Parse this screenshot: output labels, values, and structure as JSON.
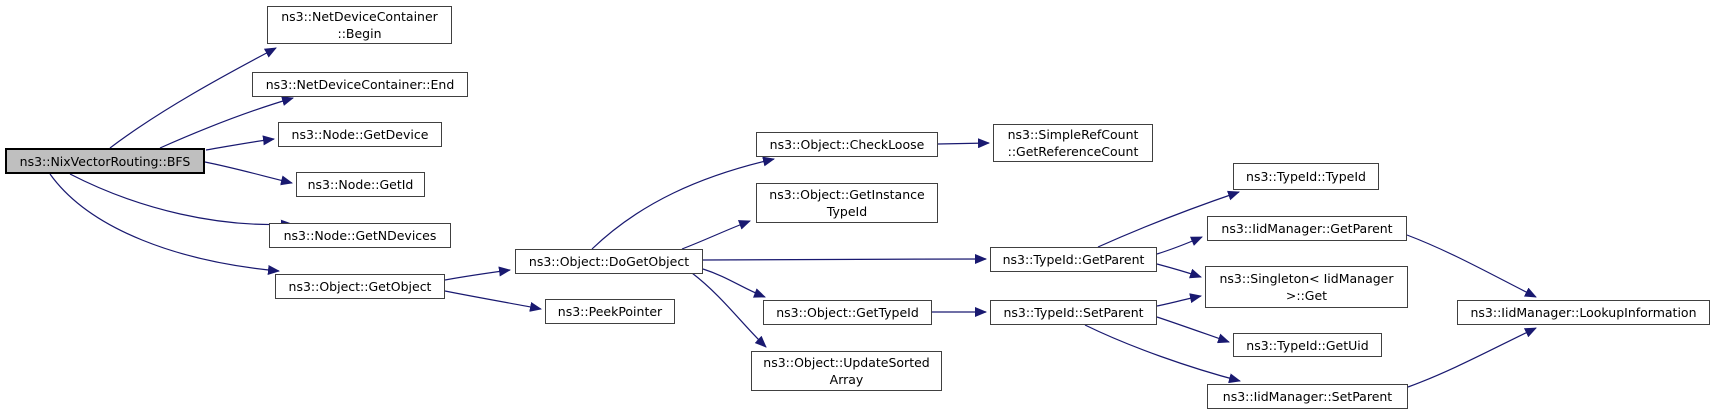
{
  "graph": {
    "type": "doxygen-call-graph",
    "root_function": "ns3::NixVectorRouting::BFS",
    "colors": {
      "edge": "#191970",
      "node_fill": "#ffffff",
      "node_border": "#404040",
      "root_fill": "#bfbfbf",
      "root_border": "#000000",
      "background": "#ffffff"
    },
    "nodes": [
      {
        "id": "bfs",
        "label": "ns3::NixVectorRouting::BFS"
      },
      {
        "id": "begin",
        "label": "ns3::NetDeviceContainer\n::Begin"
      },
      {
        "id": "end",
        "label": "ns3::NetDeviceContainer::End"
      },
      {
        "id": "get-device",
        "label": "ns3::Node::GetDevice"
      },
      {
        "id": "get-id",
        "label": "ns3::Node::GetId"
      },
      {
        "id": "get-n-devices",
        "label": "ns3::Node::GetNDevices"
      },
      {
        "id": "get-object",
        "label": "ns3::Object::GetObject"
      },
      {
        "id": "do-get-object",
        "label": "ns3::Object::DoGetObject"
      },
      {
        "id": "peek-pointer",
        "label": "ns3::PeekPointer"
      },
      {
        "id": "check-loose",
        "label": "ns3::Object::CheckLoose"
      },
      {
        "id": "get-instance-type-id",
        "label": "ns3::Object::GetInstance\nTypeId"
      },
      {
        "id": "get-type-id",
        "label": "ns3::Object::GetTypeId"
      },
      {
        "id": "update-sorted-array",
        "label": "ns3::Object::UpdateSorted\nArray"
      },
      {
        "id": "get-reference-count",
        "label": "ns3::SimpleRefCount\n::GetReferenceCount"
      },
      {
        "id": "typeid-get-parent",
        "label": "ns3::TypeId::GetParent"
      },
      {
        "id": "typeid-set-parent",
        "label": "ns3::TypeId::SetParent"
      },
      {
        "id": "typeid-ctor",
        "label": "ns3::TypeId::TypeId"
      },
      {
        "id": "iid-get-parent",
        "label": "ns3::IidManager::GetParent"
      },
      {
        "id": "singleton-get",
        "label": "ns3::Singleton< IidManager\n>::Get"
      },
      {
        "id": "typeid-get-uid",
        "label": "ns3::TypeId::GetUid"
      },
      {
        "id": "iid-set-parent",
        "label": "ns3::IidManager::SetParent"
      },
      {
        "id": "lookup-information",
        "label": "ns3::IidManager::LookupInformation"
      }
    ],
    "edges": [
      {
        "from": "bfs",
        "to": "begin"
      },
      {
        "from": "bfs",
        "to": "end"
      },
      {
        "from": "bfs",
        "to": "get-device"
      },
      {
        "from": "bfs",
        "to": "get-id"
      },
      {
        "from": "bfs",
        "to": "get-n-devices"
      },
      {
        "from": "bfs",
        "to": "get-object"
      },
      {
        "from": "get-object",
        "to": "do-get-object"
      },
      {
        "from": "get-object",
        "to": "peek-pointer"
      },
      {
        "from": "do-get-object",
        "to": "check-loose"
      },
      {
        "from": "do-get-object",
        "to": "get-instance-type-id"
      },
      {
        "from": "do-get-object",
        "to": "typeid-get-parent"
      },
      {
        "from": "do-get-object",
        "to": "get-type-id"
      },
      {
        "from": "do-get-object",
        "to": "update-sorted-array"
      },
      {
        "from": "check-loose",
        "to": "get-reference-count"
      },
      {
        "from": "typeid-get-parent",
        "to": "typeid-ctor"
      },
      {
        "from": "typeid-get-parent",
        "to": "iid-get-parent"
      },
      {
        "from": "typeid-get-parent",
        "to": "singleton-get"
      },
      {
        "from": "get-type-id",
        "to": "typeid-set-parent"
      },
      {
        "from": "typeid-set-parent",
        "to": "singleton-get"
      },
      {
        "from": "typeid-set-parent",
        "to": "typeid-get-uid"
      },
      {
        "from": "typeid-set-parent",
        "to": "iid-set-parent"
      },
      {
        "from": "iid-get-parent",
        "to": "lookup-information"
      },
      {
        "from": "iid-set-parent",
        "to": "lookup-information"
      }
    ]
  }
}
